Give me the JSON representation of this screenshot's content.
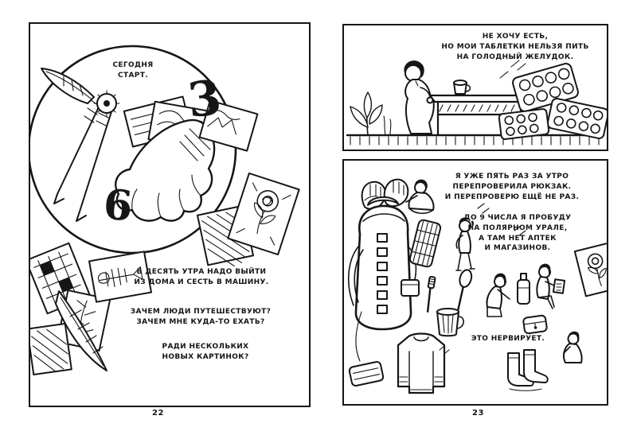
{
  "book": {
    "colors": {
      "ink": "#161616",
      "paper": "#ffffff"
    },
    "left_page": {
      "page_number": "22",
      "caption_top": "СЕГОДНЯ\nСТАРТ.",
      "clock_numeral_3": "3",
      "clock_numeral_6": "6",
      "caption_morning": "В ДЕСЯТЬ УТРА НАДО ВЫЙТИ\nИЗ ДОМА И СЕСТЬ В МАШИНУ.",
      "caption_why": "ЗАЧЕМ ЛЮДИ ПУТЕШЕСТВУЮТ?\nЗАЧЕМ МНЕ КУДА-ТО ЕХАТЬ?",
      "caption_pictures": "РАДИ НЕСКОЛЬКИХ\nНОВЫХ КАРТИНОК?"
    },
    "right_page": {
      "page_number": "23",
      "panel_breakfast": {
        "caption": "НЕ ХОЧУ ЕСТЬ,\nНО МОИ ТАБЛЕТКИ НЕЛЬЗЯ ПИТЬ\nНА ГОЛОДНЫЙ ЖЕЛУДОК."
      },
      "panel_packing": {
        "caption_recheck": "Я УЖЕ ПЯТЬ РАЗ ЗА УТРО\nПЕРЕПРОВЕРИЛА РЮКЗАК.\nИ ПЕРЕПРОВЕРЮ ЕЩЁ НЕ РАЗ.",
        "caption_ural": "ДО 9 ЧИСЛА Я ПРОБУДУ\nНА ПОЛЯРНОМ УРАЛЕ,\nА ТАМ НЕТ АПТЕК\nИ МАГАЗИНОВ.",
        "caption_nervous": "ЭТО НЕРВИРУЕТ."
      }
    }
  }
}
